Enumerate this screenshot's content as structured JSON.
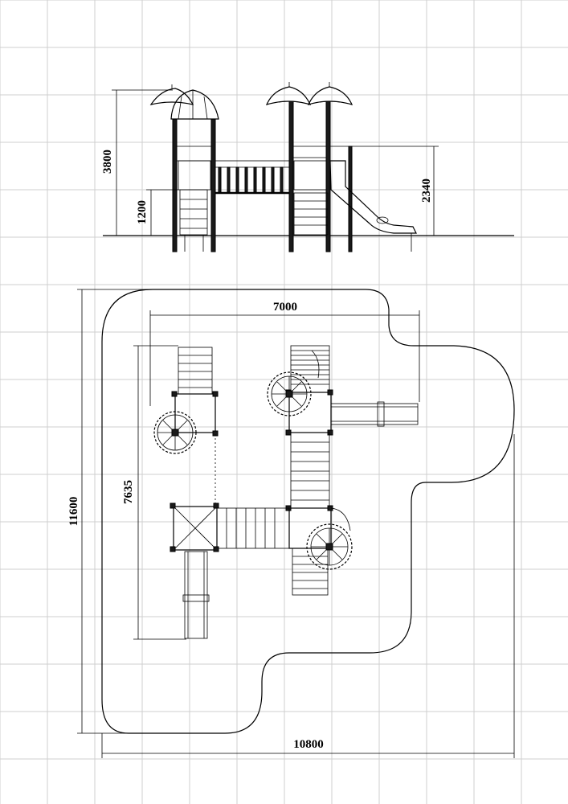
{
  "dimensions": {
    "side_height_total": "3800",
    "side_platform_height": "1200",
    "side_slide_height": "2340",
    "plan_width_inner": "7000",
    "plan_depth_inner": "7635",
    "plan_depth_total": "11600",
    "plan_width_total": "10800"
  },
  "colors": {
    "grid": "#cfcfcf",
    "ink": "#000000",
    "background": "#ffffff"
  }
}
